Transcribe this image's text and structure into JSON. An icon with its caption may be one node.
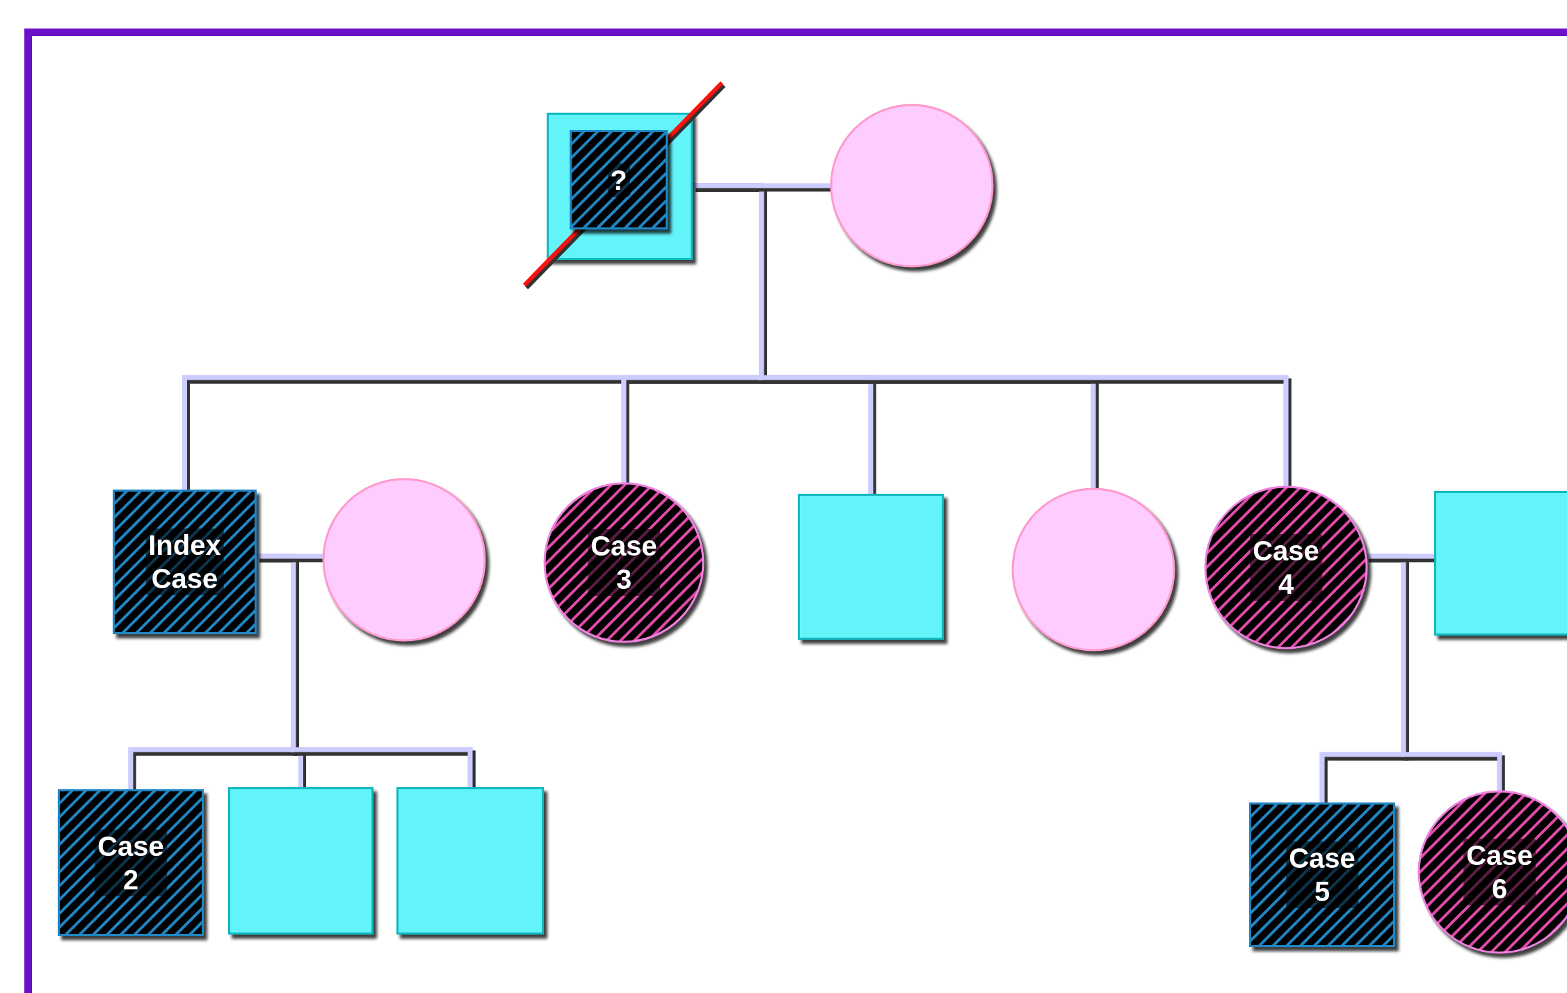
{
  "diagram": {
    "nodes": [
      {
        "text": [],
        "shape": "box"
      },
      {
        "text": [
          "?"
        ],
        "in": 0
      },
      {
        "text": [],
        "shape": "circle"
      },
      {
        "text": [
          "Index Case"
        ]
      },
      {
        "text": [],
        "shape": "circle"
      },
      {
        "text": [
          "Case 3"
        ]
      },
      {
        "text": [],
        "shape": "box"
      },
      {
        "text": [],
        "shape": "circle"
      },
      {
        "text": [
          "Case 4"
        ]
      },
      {
        "text": [],
        "shape": "box"
      },
      {
        "text": [
          "Case 2"
        ]
      },
      {
        "text": [],
        "shape": "box"
      },
      {
        "text": [],
        "shape": "box"
      },
      {
        "text": [
          "Case 5"
        ]
      },
      {
        "text": [
          "Case 6"
        ]
      }
    ],
    "edges": [
      {
        "from": 0,
        "to": 2,
        "arrow": "none"
      },
      {
        "from": 0,
        "to": 3,
        "arrow": "none"
      },
      {
        "from": 2,
        "to": 3,
        "arrow": "none"
      },
      {
        "from": 0,
        "to": 5,
        "arrow": "none"
      },
      {
        "from": 2,
        "to": 5,
        "arrow": "none"
      },
      {
        "from": 0,
        "to": 6,
        "arrow": "none"
      },
      {
        "from": 2,
        "to": 6,
        "arrow": "none"
      },
      {
        "from": 0,
        "to": 7,
        "arrow": "none"
      },
      {
        "from": 2,
        "to": 7,
        "arrow": "none"
      },
      {
        "from": 0,
        "to": 8,
        "arrow": "none"
      },
      {
        "from": 2,
        "to": 8,
        "arrow": "none"
      },
      {
        "from": 3,
        "to": 4,
        "arrow": "none"
      },
      {
        "from": 3,
        "to": 10,
        "arrow": "none"
      },
      {
        "from": 4,
        "to": 10,
        "arrow": "none"
      },
      {
        "from": 3,
        "to": 11,
        "arrow": "none"
      },
      {
        "from": 4,
        "to": 11,
        "arrow": "none"
      },
      {
        "from": 3,
        "to": 12,
        "arrow": "none"
      },
      {
        "from": 4,
        "to": 12,
        "arrow": "none"
      },
      {
        "from": 8,
        "to": 9,
        "arrow": "none"
      },
      {
        "from": 8,
        "to": 13,
        "arrow": "none"
      },
      {
        "from": 9,
        "to": 13,
        "arrow": "none"
      },
      {
        "from": 8,
        "to": 14,
        "arrow": "none"
      },
      {
        "from": 9,
        "to": 14,
        "arrow": "none"
      }
    ]
  }
}
